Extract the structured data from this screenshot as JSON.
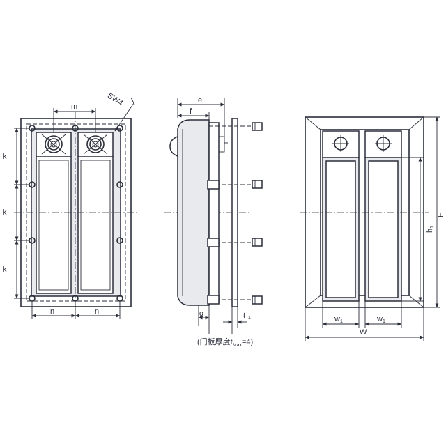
{
  "front_view": {
    "labels": {
      "m": "m",
      "sw": "SW4",
      "k1": "k",
      "k2": "k",
      "k3": "k",
      "n1": "n",
      "n2": "n"
    }
  },
  "side_view": {
    "labels": {
      "e": "e",
      "f": "f",
      "g": "g",
      "t": "t",
      "t_sub": "1"
    },
    "caption": {
      "prefix": "(门板厚度t",
      "sub": "Max",
      "suffix": "=4)"
    }
  },
  "rear_view": {
    "labels": {
      "H": "H",
      "h": "h",
      "h_sub": "1",
      "w1_a": "w",
      "w1_a_sub": "1",
      "w1_b": "w",
      "w1_b_sub": "1",
      "W": "W"
    }
  },
  "colors": {
    "line": "#2a2e3a",
    "fill": "#e9eaee",
    "background": "#ffffff"
  }
}
